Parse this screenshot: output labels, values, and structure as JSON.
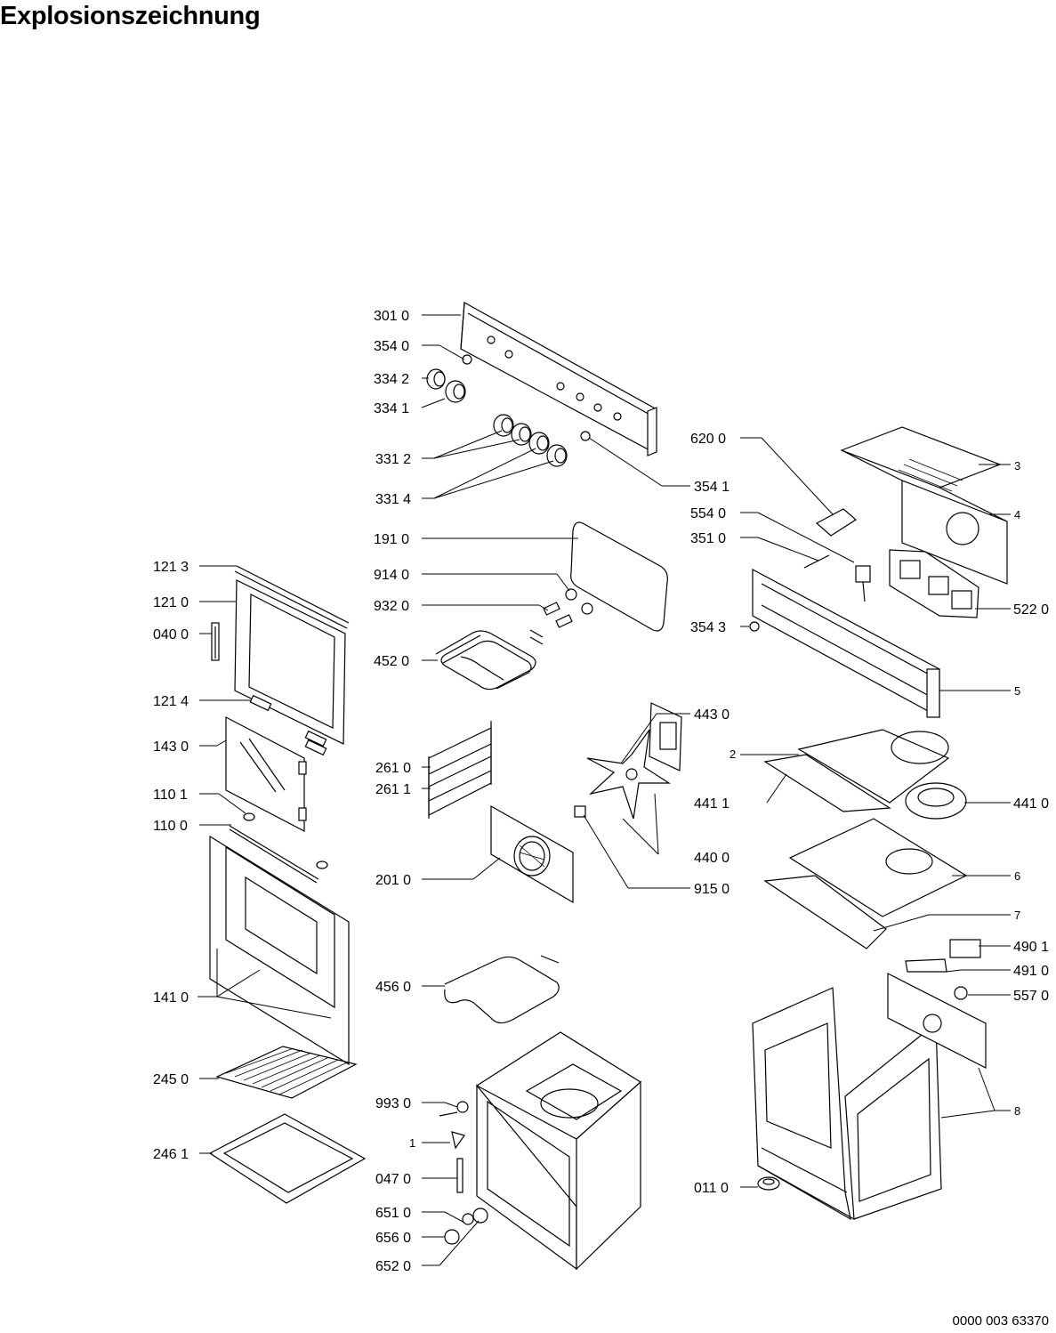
{
  "title": "Explosionszeichnung",
  "document_number": "0000 003 63370",
  "part_labels": {
    "p3010": "301 0",
    "p3540": "354 0",
    "p3342": "334 2",
    "p3341": "334 1",
    "p3312": "331 2",
    "p3314": "331 4",
    "p3541": "354 1",
    "p6200": "620 0",
    "p5540": "554 0",
    "p3510": "351 0",
    "p3543": "354 3",
    "p5220": "522 0",
    "p1910": "191 0",
    "p9140": "914 0",
    "p9320": "932 0",
    "p4520": "452 0",
    "p1213": "121 3",
    "p1210": "121 0",
    "p0400": "040 0",
    "p1214": "121 4",
    "p1430": "143 0",
    "p1101": "110 1",
    "p1100": "110 0",
    "p1410": "141 0",
    "p2450": "245 0",
    "p2461": "246 1",
    "p2610": "261 0",
    "p2611": "261 1",
    "p2010": "201 0",
    "p4430": "443 0",
    "p4411": "441 1",
    "p4410": "441 0",
    "p4400": "440 0",
    "p9150": "915 0",
    "p4560": "456 0",
    "p4901": "490 1",
    "p4910": "491 0",
    "p5570": "557 0",
    "p9930": "993 0",
    "p0470": "047 0",
    "p6510": "651 0",
    "p6560": "656 0",
    "p6520": "652 0",
    "p0110": "011 0",
    "n1": "1",
    "n2": "2",
    "n3": "3",
    "n4": "4",
    "n5": "5",
    "n6": "6",
    "n7": "7",
    "n8": "8"
  }
}
